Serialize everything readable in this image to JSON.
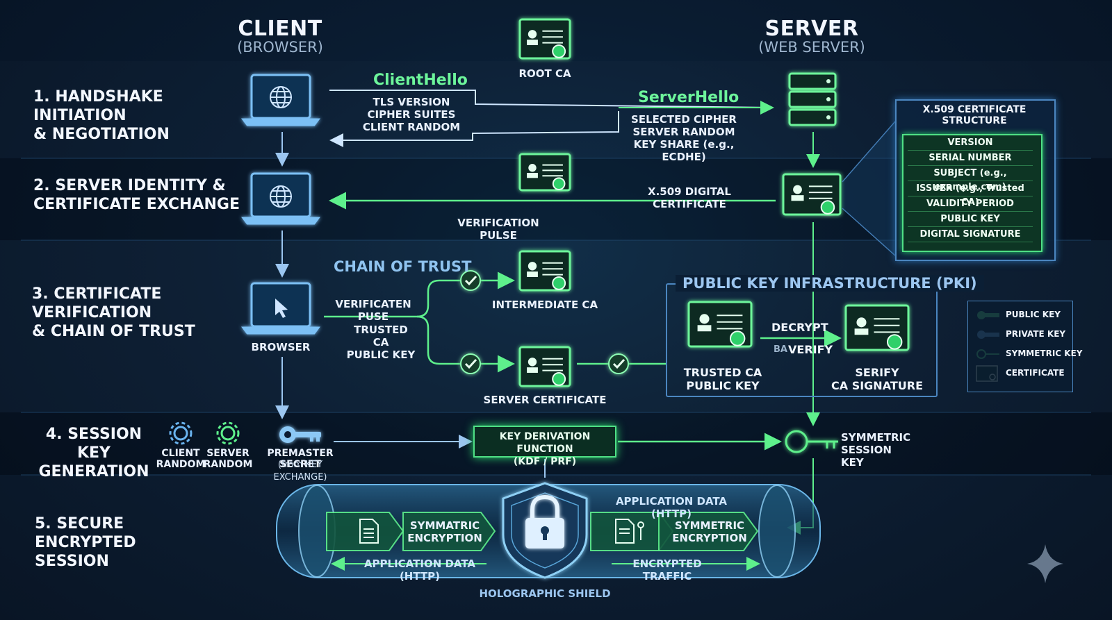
{
  "columns": {
    "client_title": "CLIENT",
    "client_sub": "(BROWSER)",
    "server_title": "SERVER",
    "server_sub": "(WEB SERVER)"
  },
  "steps": [
    "1. HANDSHAKE INITIATION\n& NEGOTIATION",
    "2. SERVER IDENTITY &\nCERTIFICATE EXCHANGE",
    "3. CERTIFICATE VERIFICATION\n& CHAIN OF TRUST",
    "4. SESSION KEY\nGENERATION",
    "5. SECURE ENCRYPTED\nSESSION"
  ],
  "handshake": {
    "client_hello": "ClientHello",
    "client_hello_items": "TLS VERSION\nCIPHER SUITES\nCLIENT RANDOM",
    "server_hello": "ServerHello",
    "server_hello_items": "SELECTED CIPHER\nSERVER RANDOM\nKEY SHARE (e.g., ECDHE)"
  },
  "ca": {
    "root": "ROOT CA",
    "intermediate": "INTERMEDIATE CA",
    "server_cert": "SERVER CERTIFICATE",
    "verification_pulse": "VERIFICATION\nPULSE",
    "x509_digital": "X.509 DIGITAL CERTIFICATE"
  },
  "trust": {
    "chain_of_trust": "CHAIN OF TRUST",
    "verification_puse": "VERIFICATEN PUSE",
    "trusted_ca_key": "TRUSTED CA\nPUBLIC KEY",
    "browser": "BROWSER"
  },
  "x509": {
    "title": "X.509 CERTIFICATE STRUCTURE",
    "fields": [
      "VERSION",
      "SERIAL NUMBER",
      "SUBJECT (e.g., example.com)",
      "ISSUER (e.g., Trusted CA)",
      "VALIDITY PERIOD",
      "PUBLIC KEY",
      "DIGITAL SIGNATURE"
    ]
  },
  "pki": {
    "title": "PUBLIC KEY INFRASTRUCTURE (PKI)",
    "decrypt": "DECRYPT",
    "verify": "VERIFY",
    "verify_prefix": "BA",
    "left_cert": "TRUSTED CA\nPUBLIC KEY",
    "right_cert": "SERIFY\nCA SIGNATURE"
  },
  "legend": {
    "items": [
      "PUBLIC KEY",
      "PRIVATE KEY",
      "SYMMETRIC KEY",
      "CERTIFICATE"
    ]
  },
  "session_key": {
    "client_random": "CLIENT\nRANDOM",
    "server_random": "SERVER\nRANDOM",
    "premaster": "PREMASTER SECRET",
    "premaster_sub": "(from KEY EXCHANGE)",
    "kdf": "KEY DERIVATION FUNCTION\n(KDF / PRF)",
    "symmetric_key": "SYMMETRIC\nSESSION KEY"
  },
  "secure": {
    "app_data_top": "APPLICATION DATA (HTTP)",
    "enc_left": "SYMMATRIC\nENCRYPTION",
    "enc_right": "SYMMETRIC\nENCRYPTION",
    "app_data_bottom": "APPLICATION DATA (HTTP)",
    "encrypted_traffic": "ENCRYPTED TRAFFIC",
    "shield": "HOLOGRAPHIC SHIELD"
  },
  "colors": {
    "green": "#5ef08c",
    "blue": "#6ab4ef",
    "navy": "#0a1c31"
  }
}
